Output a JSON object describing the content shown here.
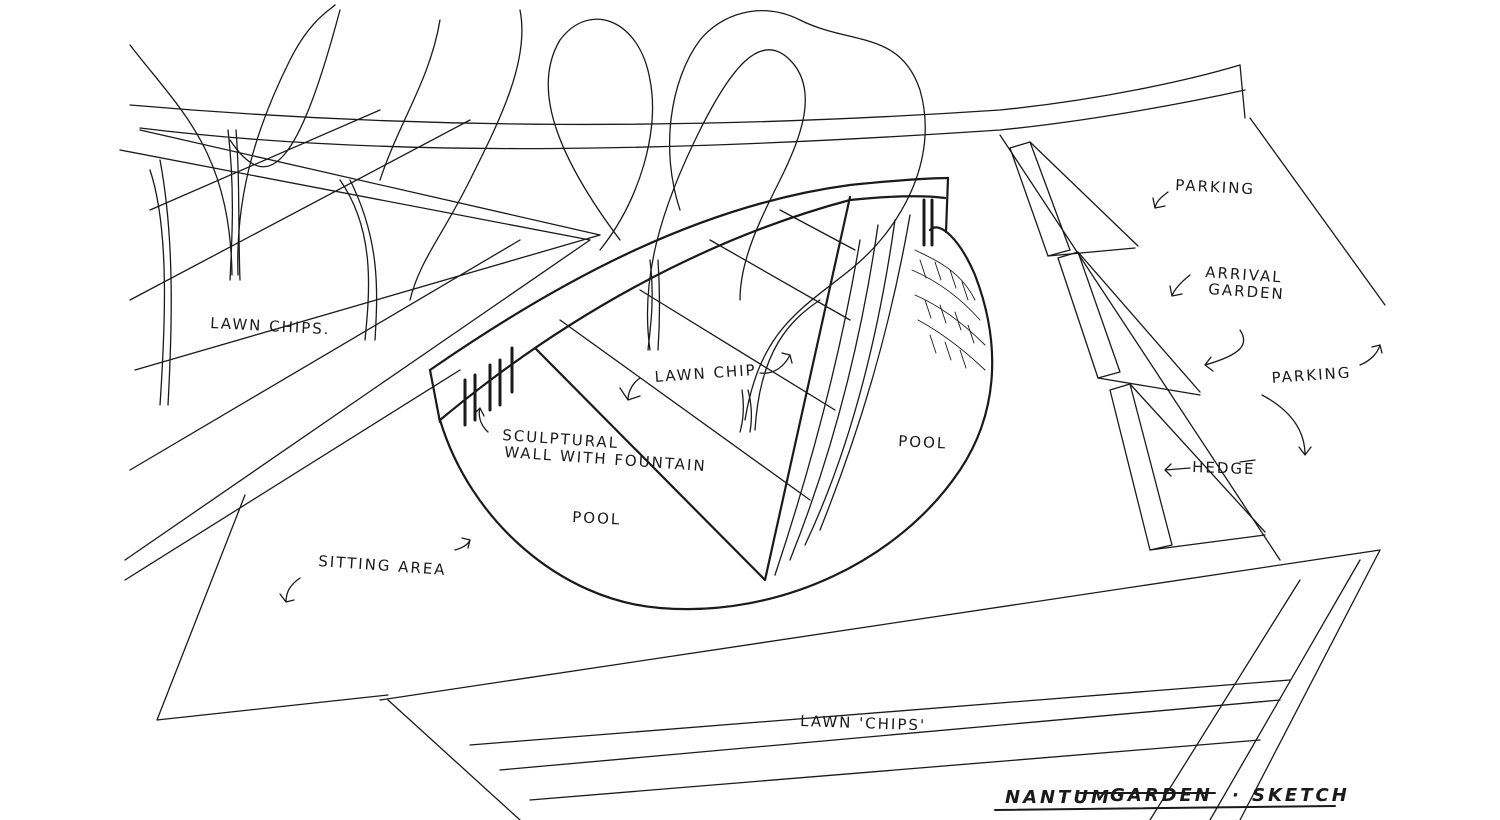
{
  "labels": {
    "lawn_chips_left": "LAWN CHIPS.",
    "lawn_chip_center": "LAWN CHIP",
    "sculptural_wall_line1": "SCULPTURAL",
    "sculptural_wall_line2": "WALL WITH FOUNTAIN",
    "pool_left": "POOL",
    "pool_right": "POOL",
    "sitting_area": "SITTING AREA",
    "parking_top": "PARKING",
    "arrival_garden_line1": "ARRIVAL",
    "arrival_garden_line2": "GARDEN",
    "parking_right": "PARKING",
    "hedge": "HEDGE",
    "lawn_chips_bottom": "LAWN 'CHIPS'"
  },
  "title": {
    "word1": "NANTUM",
    "word2": "GARDEN",
    "word3": "SKETCH"
  },
  "colors": {
    "ink": "#1a1a1a",
    "paper": "#ffffff"
  }
}
